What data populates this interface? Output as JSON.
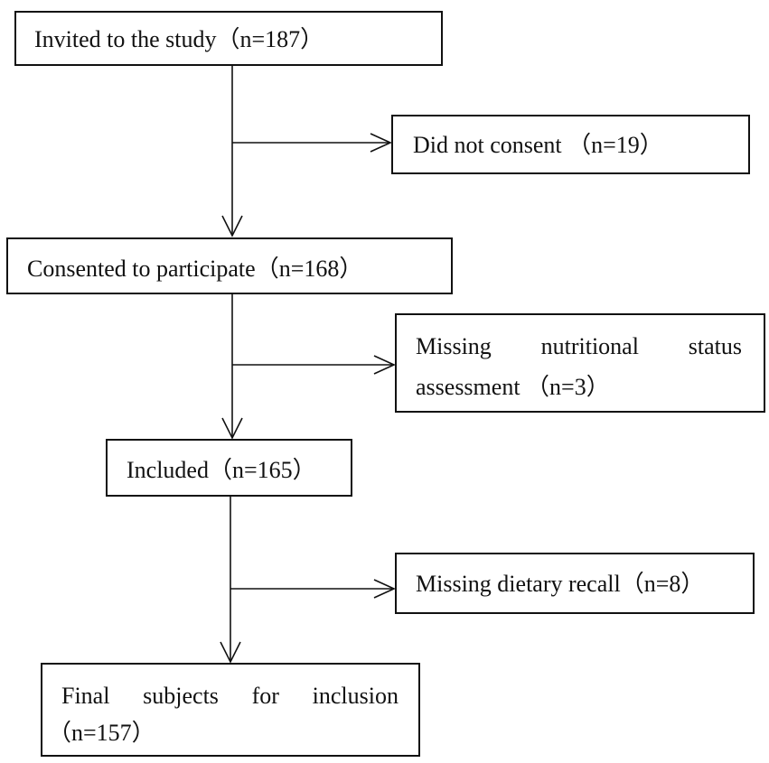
{
  "flowchart": {
    "invited": "Invited to the study（n=187）",
    "not_consent": "Did not consent （n=19）",
    "consented": "Consented to participate（n=168）",
    "missing_nutrition": {
      "line1_words": [
        "Missing",
        "nutritional",
        "status"
      ],
      "line2": "assessment （n=3）"
    },
    "included": "Included（n=165）",
    "missing_dietary": "Missing dietary recall（n=8）",
    "final": {
      "line1_words": [
        "Final",
        "subjects",
        "for",
        "inclusion"
      ],
      "line2": "（n=157）"
    }
  }
}
